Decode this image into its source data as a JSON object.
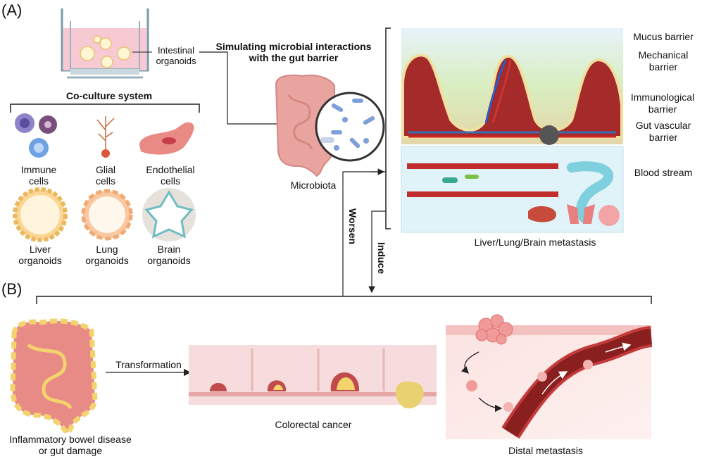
{
  "panels": {
    "a": "(A)",
    "b": "(B)"
  },
  "panel_a": {
    "intestinal_organoids": [
      "Intestinal",
      "organoids"
    ],
    "coculture_title": "Co-culture system",
    "cells": [
      [
        "Immune",
        "cells"
      ],
      [
        "Glial",
        "cells"
      ],
      [
        "Endothelial",
        "cells"
      ],
      [
        "Liver",
        "organoids"
      ],
      [
        "Lung",
        "organoids"
      ],
      [
        "Brain",
        "organoids"
      ]
    ],
    "simulating": [
      "Simulating microbial interactions",
      "with the gut barrier"
    ],
    "microbiota": "Microbiota",
    "barriers": {
      "mucus": "Mucus barrier",
      "mechanical": [
        "Mechanical",
        "barrier"
      ],
      "immunological": [
        "Immunological",
        "barrier"
      ],
      "vascular": [
        "Gut vascular",
        "barrier"
      ],
      "blood_stream": "Blood stream"
    },
    "metastasis": "Liver/Lung/Brain metastasis",
    "worsen": "Worsen",
    "induce": "Induce"
  },
  "panel_b": {
    "ibd": [
      "Inflammatory bowel disease",
      "or gut damage"
    ],
    "transformation": "Transformation",
    "colorectal": "Colorectal cancer",
    "distal": "Distal metastasis"
  },
  "colors": {
    "tissue_red": "#a52a2a",
    "intestine_pink": "#e8a3a0",
    "inflamed_yellow": "#f3d36b",
    "mucus_green": "#d6ecbc",
    "blood_bg": "#dff3f8"
  }
}
